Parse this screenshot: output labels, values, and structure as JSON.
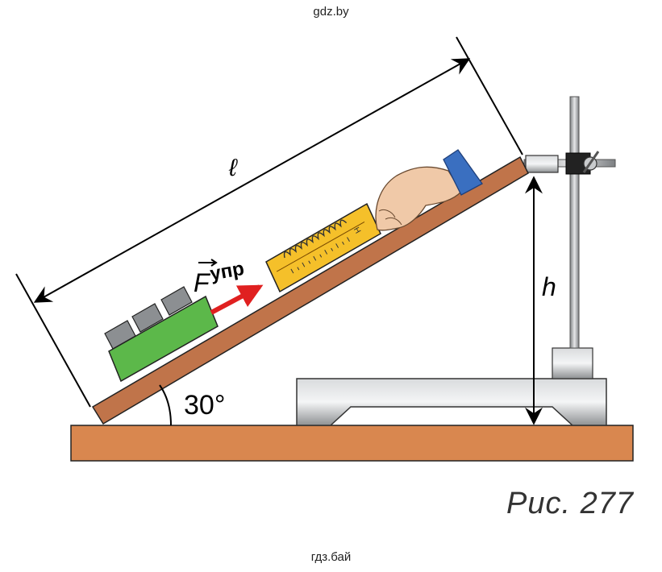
{
  "watermark_top": "gdz.by",
  "watermark_bottom": "гдз.бай",
  "labels": {
    "length": "ℓ",
    "force_symbol": "F",
    "force_subscript": "упр",
    "height": "h",
    "angle": "30°",
    "dynamometer_mark": "Н"
  },
  "caption": "Рис. 277",
  "colors": {
    "board": "#c0744a",
    "table": "#d9874f",
    "block": "#5cb84a",
    "dynamometer": "#f5c02a",
    "force_arrow": "#e02020",
    "stand": "#9a9da0",
    "sleeve": "#3a6fc0"
  }
}
